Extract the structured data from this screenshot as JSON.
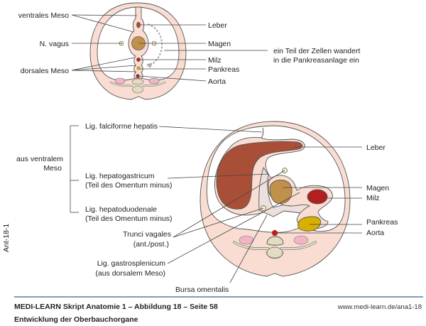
{
  "top_diagram": {
    "left_labels": {
      "ventrales_meso": "ventrales Meso",
      "n_vagus": "N. vagus",
      "dorsales_meso": "dorsales Meso"
    },
    "right_labels": {
      "leber": "Leber",
      "magen": "Magen",
      "milz": "Milz",
      "pankreas": "Pankreas",
      "aorta": "Aorta"
    },
    "annotation": {
      "line1": "ein Teil der Zellen wandert",
      "line2": "in die Pankreasanlage ein"
    }
  },
  "bottom_diagram": {
    "group_label": {
      "line1": "aus ventralem",
      "line2": "Meso"
    },
    "left_labels": {
      "falciforme": "Lig. falciforme hepatis",
      "hepatogastricum_1": "Lig. hepatogastricum",
      "hepatogastricum_2": "(Teil des Omentum minus)",
      "hepatoduodenale_1": "Lig. hepatoduodenale",
      "hepatoduodenale_2": "(Teil des Omentum minus)",
      "trunci_1": "Trunci vagales",
      "trunci_2": "(ant./post.)",
      "gastrosplenicum_1": "Lig. gastrosplenicum",
      "gastrosplenicum_2": "(aus dorsalem Meso)",
      "bursa": "Bursa omentalis"
    },
    "right_labels": {
      "leber": "Leber",
      "magen": "Magen",
      "milz": "Milz",
      "pankreas": "Pankreas",
      "aorta": "Aorta"
    }
  },
  "side_code": "Ant-18-1",
  "footer": {
    "title": "MEDI-LEARN Skript Anatomie 1 – Abbildung 18 – Seite 58",
    "subtitle": "Entwicklung der Oberbauchorgane",
    "url": "www.medi-learn.de/ana1-18"
  },
  "colors": {
    "body_wall": "#f9ddd3",
    "liver": "#a94f38",
    "stomach": "#c0914a",
    "spleen": "#b31e1e",
    "pancreas": "#d8b100",
    "aorta": "#e01010",
    "kidney": "#f2b5c6",
    "vertebra": "#e2dcc0",
    "vagus": "#f5efc0",
    "bursa": "#ece0dc",
    "rule": "#7e9fbe"
  }
}
